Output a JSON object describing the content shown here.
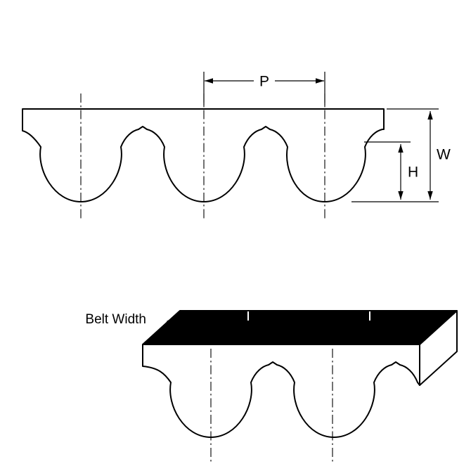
{
  "diagram": {
    "type": "technical-drawing",
    "views": {
      "profile_view": {
        "teeth_count": 3
      },
      "isometric_view": {
        "teeth_count": 2
      }
    },
    "labels": {
      "pitch": "P",
      "belt_thickness": "W",
      "tooth_height": "H",
      "belt_width": "Belt Width"
    },
    "colors": {
      "line": "#000000",
      "belt_fill": "#ffffff",
      "top_face_fill": "#000000",
      "background": "#ffffff"
    }
  }
}
